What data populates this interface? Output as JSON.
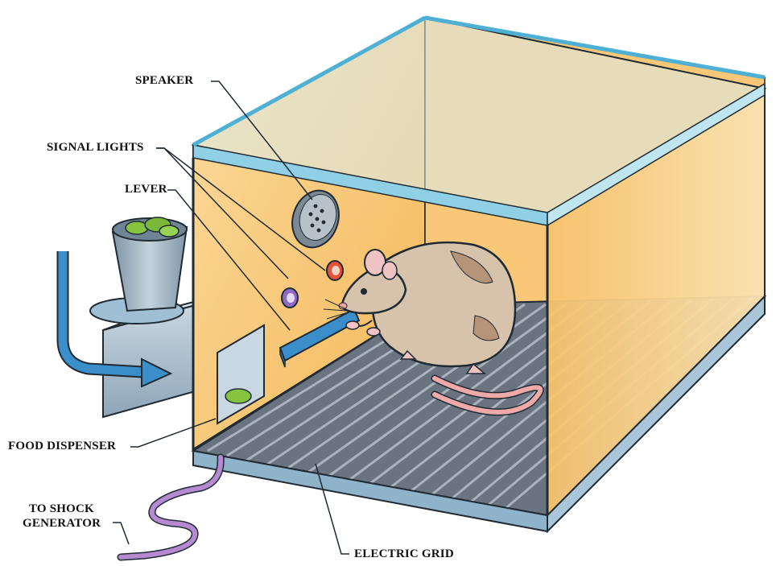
{
  "labels": {
    "speaker": "SPEAKER",
    "signal_lights": "SIGNAL LIGHTS",
    "lever": "LEVER",
    "food_dispenser": "FOOD DISPENSER",
    "shock_generator_line1": "TO SHOCK",
    "shock_generator_line2": "GENERATOR",
    "electric_grid": "ELECTRIC GRID"
  },
  "colors": {
    "chamber_wall": "#f7bf63",
    "chamber_wall_light": "#fbd98f",
    "glass": "#cfe6ea",
    "glass_edge": "#5fb8d6",
    "grid": "#5a6470",
    "grid_bar": "#9aa3ad",
    "dispenser_box": "#9fb6c8",
    "arrow": "#3a8ec9",
    "lever": "#3a8ec9",
    "wire": "#b58ad0",
    "rat_body": "#d7c2ab",
    "rat_spots": "#b59478",
    "tail": "#f0a9a9"
  },
  "icons": [
    "speaker-icon",
    "signal-light-icon",
    "lever-icon",
    "food-cup-icon",
    "arrow-icon",
    "rat-icon",
    "electric-grid-icon",
    "wire-icon"
  ]
}
